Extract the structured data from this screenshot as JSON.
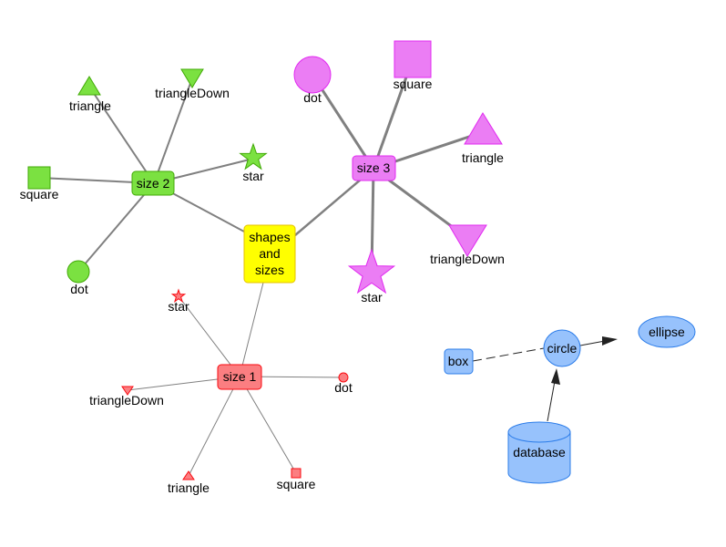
{
  "colors": {
    "edge": "#808080",
    "edge_dark": "#222222",
    "yellow_fill": "#ffff00",
    "yellow_stroke": "#e6c200",
    "green_fill": "#7be141",
    "green_stroke": "#41a906",
    "pink_fill": "#eb7df4",
    "pink_stroke": "#e129f0",
    "red_fill": "#fb7e81",
    "red_stroke": "#fa0a10",
    "blue_fill": "#97c2fc",
    "blue_stroke": "#2b7ce9"
  },
  "center": {
    "label_lines": [
      "shapes",
      "and",
      "sizes"
    ]
  },
  "groups": {
    "size1": {
      "label": "size 1",
      "nodes": {
        "star": "star",
        "triangleDown": "triangleDown",
        "triangle": "triangle",
        "square": "square",
        "dot": "dot"
      }
    },
    "size2": {
      "label": "size 2",
      "nodes": {
        "triangle": "triangle",
        "triangleDown": "triangleDown",
        "star": "star",
        "square": "square",
        "dot": "dot"
      }
    },
    "size3": {
      "label": "size 3",
      "nodes": {
        "dot": "dot",
        "square": "square",
        "triangle": "triangle",
        "triangleDown": "triangleDown",
        "star": "star"
      }
    }
  },
  "blue": {
    "box": "box",
    "circle": "circle",
    "ellipse": "ellipse",
    "database": "database"
  }
}
